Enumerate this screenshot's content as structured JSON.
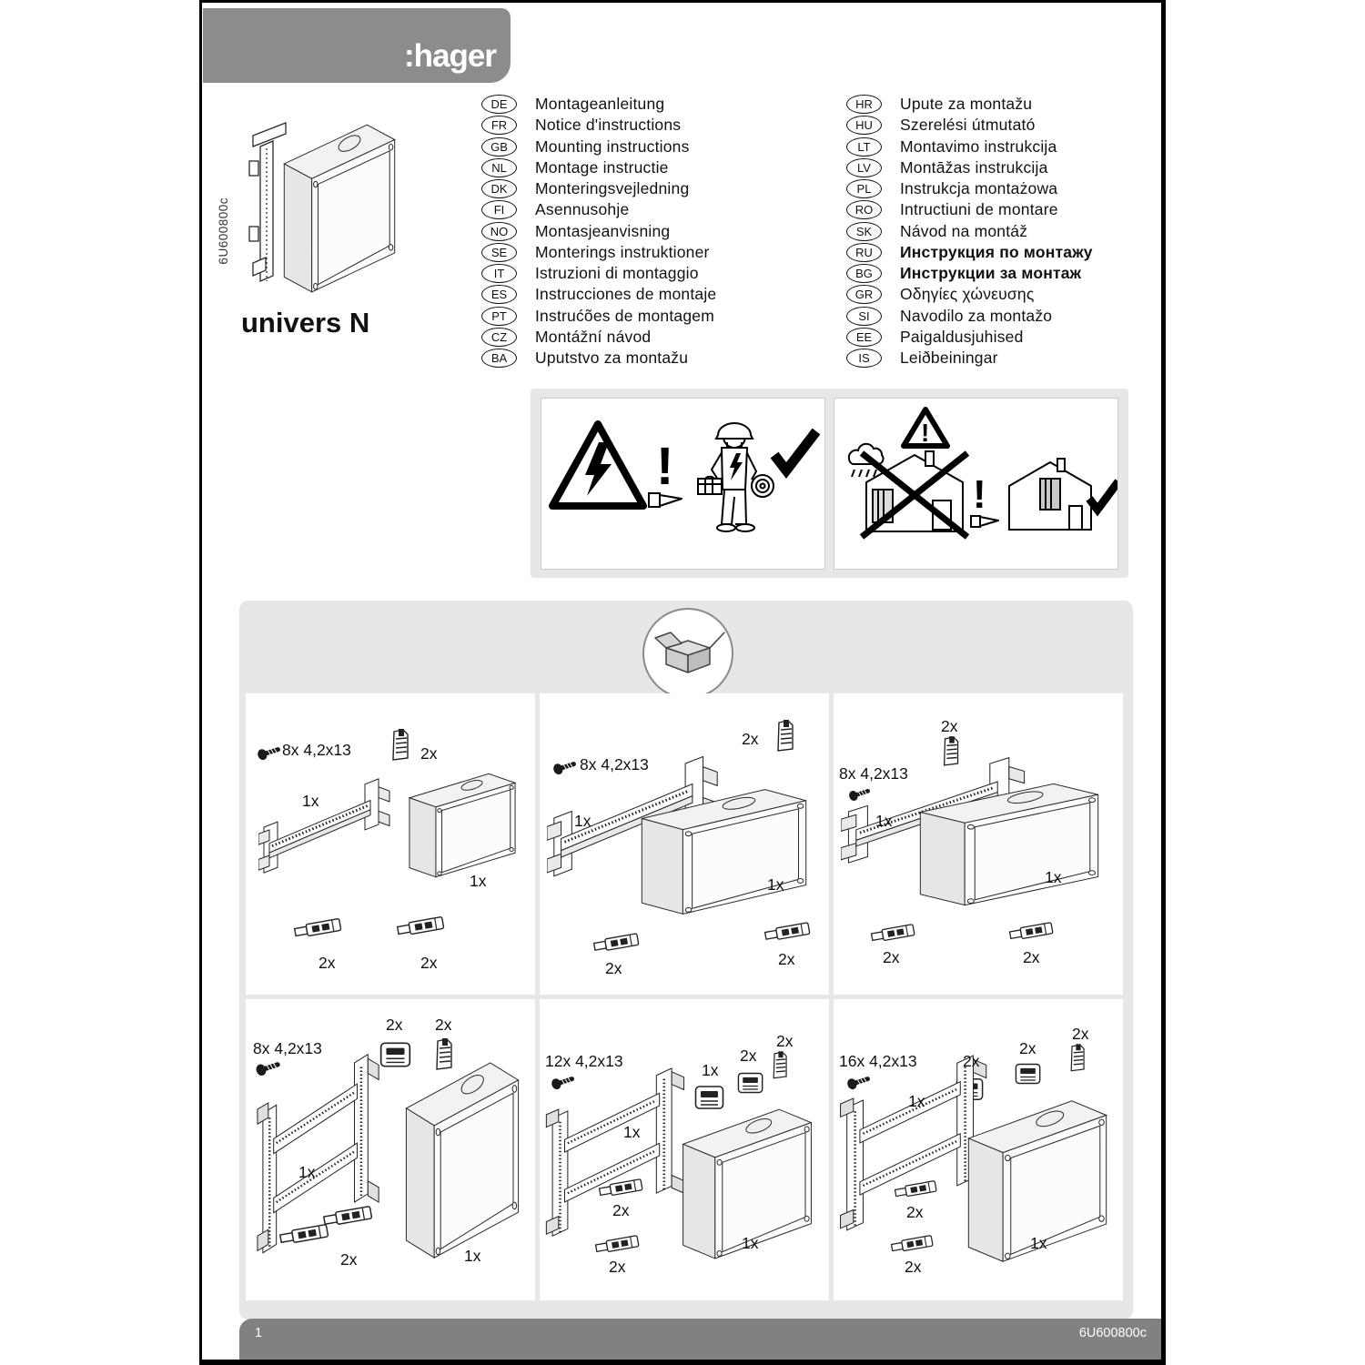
{
  "brand": {
    "logo": ":hager"
  },
  "product": {
    "code_vertical": "6U600800c",
    "name": "univers N"
  },
  "languages": {
    "left": [
      {
        "code": "DE",
        "title": "Montageanleitung"
      },
      {
        "code": "FR",
        "title": "Notice d'instructions"
      },
      {
        "code": "GB",
        "title": "Mounting instructions"
      },
      {
        "code": "NL",
        "title": "Montage instructie"
      },
      {
        "code": "DK",
        "title": "Monteringsvejledning"
      },
      {
        "code": "FI",
        "title": "Asennusohje"
      },
      {
        "code": "NO",
        "title": "Montasjeanvisning"
      },
      {
        "code": "SE",
        "title": "Monterings instruktioner"
      },
      {
        "code": "IT",
        "title": "Istruzioni di montaggio"
      },
      {
        "code": "ES",
        "title": "Instrucciones de montaje"
      },
      {
        "code": "PT",
        "title": "Instrućões de montagem"
      },
      {
        "code": "CZ",
        "title": "Montážní návod"
      },
      {
        "code": "BA",
        "title": "Uputstvo za montažu"
      }
    ],
    "right": [
      {
        "code": "HR",
        "title": "Upute za montažu"
      },
      {
        "code": "HU",
        "title": "Szerelési útmutató"
      },
      {
        "code": "LT",
        "title": "Montavimo instrukcija"
      },
      {
        "code": "LV",
        "title": "Montāžas instrukcija"
      },
      {
        "code": "PL",
        "title": "Instrukcja montażowa"
      },
      {
        "code": "RO",
        "title": "Intructiuni de montare"
      },
      {
        "code": "SK",
        "title": "Návod na montáž"
      },
      {
        "code": "RU",
        "title": "Инструкция по монтажу"
      },
      {
        "code": "BG",
        "title": "Инструкции за монтаж"
      },
      {
        "code": "GR",
        "title": "Οδηγίες χώνευσης"
      },
      {
        "code": "SI",
        "title": "Navodilo za montažo"
      },
      {
        "code": "EE",
        "title": "Paigaldusjuhised"
      },
      {
        "code": "IS",
        "title": "Leiðbeiningar"
      }
    ]
  },
  "panels": [
    {
      "labels": [
        "8x 4,2x13",
        "2x",
        "1x",
        "1x",
        "2x",
        "2x"
      ]
    },
    {
      "labels": [
        "2x",
        "8x 4,2x13",
        "1x",
        "1x",
        "2x",
        "2x"
      ]
    },
    {
      "labels": [
        "2x",
        "8x 4,2x13",
        "1x",
        "1x",
        "2x",
        "2x"
      ]
    },
    {
      "labels": [
        "8x 4,2x13",
        "2x",
        "2x",
        "1x",
        "2x",
        "1x"
      ]
    },
    {
      "labels": [
        "12x 4,2x13",
        "1x",
        "2x",
        "2x",
        "1x",
        "2x",
        "2x",
        "1x"
      ]
    },
    {
      "labels": [
        "16x 4,2x13",
        "2x",
        "2x",
        "2x",
        "1x",
        "2x",
        "2x",
        "1x"
      ]
    }
  ],
  "footer": {
    "page_number": "1",
    "doc_code": "6U600800c"
  }
}
